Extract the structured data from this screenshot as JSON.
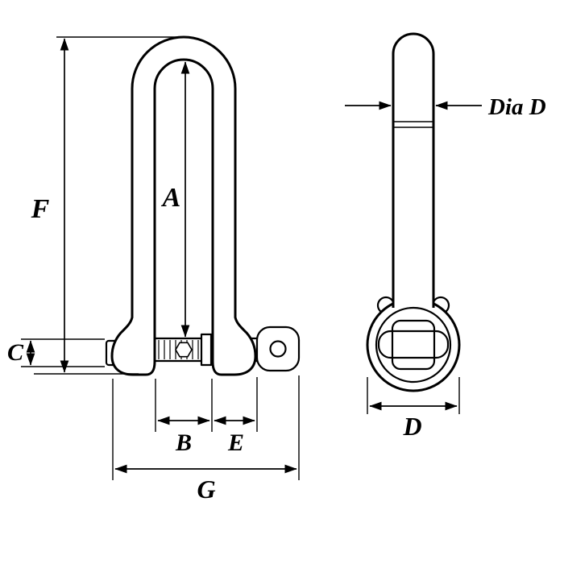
{
  "diagram": {
    "front_view": {
      "labels": {
        "F": "F",
        "A": "A",
        "C": "C",
        "B": "B",
        "E": "E",
        "G": "G"
      }
    },
    "side_view": {
      "labels": {
        "dia_d": "Dia D",
        "d": "D"
      }
    },
    "colors": {
      "line": "#000000",
      "background": "#ffffff"
    }
  }
}
